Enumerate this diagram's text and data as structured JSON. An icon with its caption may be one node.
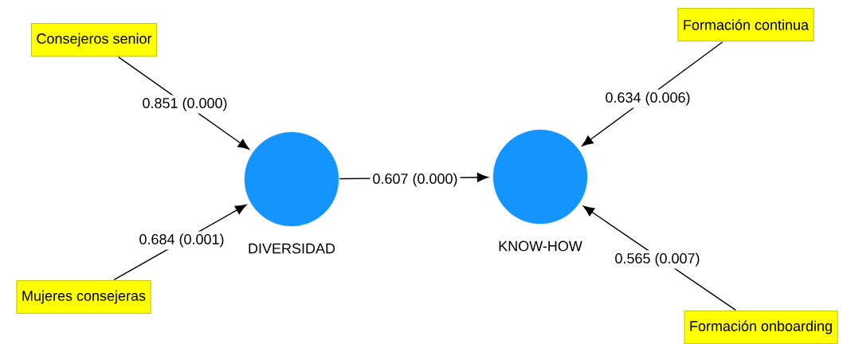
{
  "diagram": {
    "nodes": [
      {
        "text": [
          "Consejeros senior"
        ]
      },
      {
        "text": [
          "Formación continua"
        ]
      },
      {
        "text": [
          "DIVERSIDAD"
        ]
      },
      {
        "text": [
          "KNOW-HOW"
        ]
      },
      {
        "text": [
          "Mujeres consejeras"
        ]
      },
      {
        "text": [
          "Formación onboarding"
        ]
      }
    ],
    "edges": [
      {
        "from": 0,
        "to": 2,
        "arrow": "to",
        "label": "0.851 (0.000)"
      },
      {
        "from": 4,
        "to": 2,
        "arrow": "to",
        "label": "0.684 (0.001)"
      },
      {
        "from": 2,
        "to": 3,
        "arrow": "to",
        "label": "0.607 (0.000)"
      },
      {
        "from": 1,
        "to": 3,
        "arrow": "to",
        "label": "0.634 (0.006)"
      },
      {
        "from": 5,
        "to": 3,
        "arrow": "to",
        "label": "0.565 (0.007)"
      }
    ]
  }
}
